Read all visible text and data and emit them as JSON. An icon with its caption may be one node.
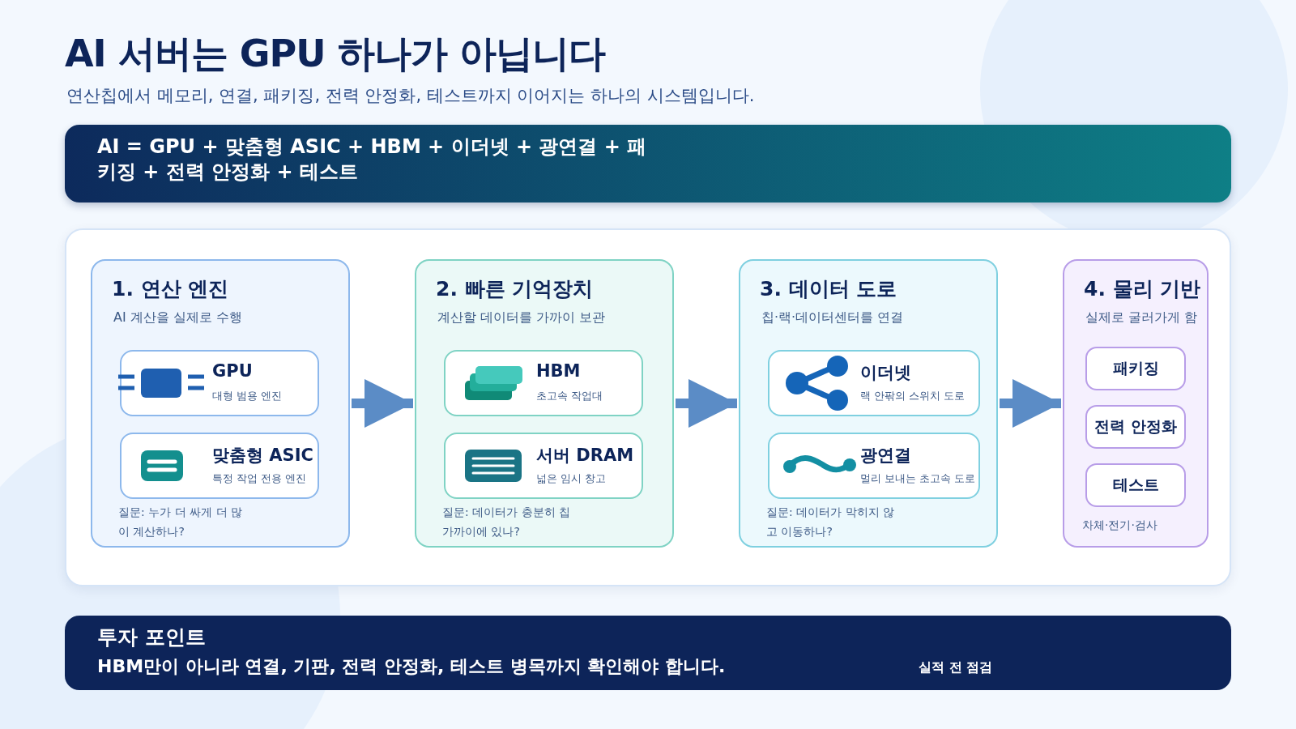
{
  "diagram": {
    "title": "AI 서버는 GPU 하나가 아닙니다",
    "nodes": [
      {
        "text": [
          "AI = GPU + 맞춤형 ASIC + HBM + 이더넷 + 광연결 + 패키징 + 전력 안정화 + 테스트"
        ]
      },
      {
        "text": [
          "1. 연산 엔진",
          "AI 계산을 실제로 수행",
          "질문: 누가 더 싸게 더 많이 계산하나?"
        ]
      },
      {
        "text": [
          "GPU",
          "대형 범용 엔진"
        ],
        "in": 1
      },
      {
        "text": [
          "맞춤형 ASIC",
          "특정 작업 전용 엔진"
        ],
        "in": 1
      },
      {
        "text": [
          "2. 빠른 기억장치",
          "계산할 데이터를 가까이 보관",
          "질문: 데이터가 충분히 칩 가까이에 있나?"
        ]
      },
      {
        "text": [
          "HBM",
          "초고속 작업대"
        ],
        "in": 4
      },
      {
        "text": [
          "서버 DRAM",
          "넓은 임시 창고"
        ],
        "in": 4
      },
      {
        "text": [
          "3. 데이터 도로",
          "칩·랙·데이터센터를 연결",
          "질문: 데이터가 막히지 않고 이동하나?"
        ]
      },
      {
        "text": [
          "이더넷",
          "랙 안팎의 스위치 도로"
        ],
        "in": 7
      },
      {
        "text": [
          "광연결",
          "멀리 보내는 초고속 도로"
        ],
        "in": 7
      },
      {
        "text": [
          "4. 물리 기반",
          "실제로 굴러가게 함",
          "차체·전기·검사"
        ]
      },
      {
        "text": [
          "패키징"
        ],
        "in": 10
      },
      {
        "text": [
          "전력 안정화"
        ],
        "in": 10
      },
      {
        "text": [
          "테스트"
        ],
        "in": 10
      },
      {
        "text": [
          "투자 포인트",
          "HBM만이 아니라 연결, 기판, 전력 안정화, 테스트 병목까지 확인해야 합니다.",
          "실적 전 점검"
        ]
      }
    ],
    "edges": [
      {
        "from": 1,
        "to": 4,
        "arrow": "to"
      },
      {
        "from": 4,
        "to": 7,
        "arrow": "to"
      },
      {
        "from": 7,
        "to": 10,
        "arrow": "to"
      }
    ],
    "labels": [
      "연산칩에서 메모리, 연결, 패키징, 전력 안정화, 테스트까지 이어지는 하나의 시스템입니다."
    ]
  }
}
